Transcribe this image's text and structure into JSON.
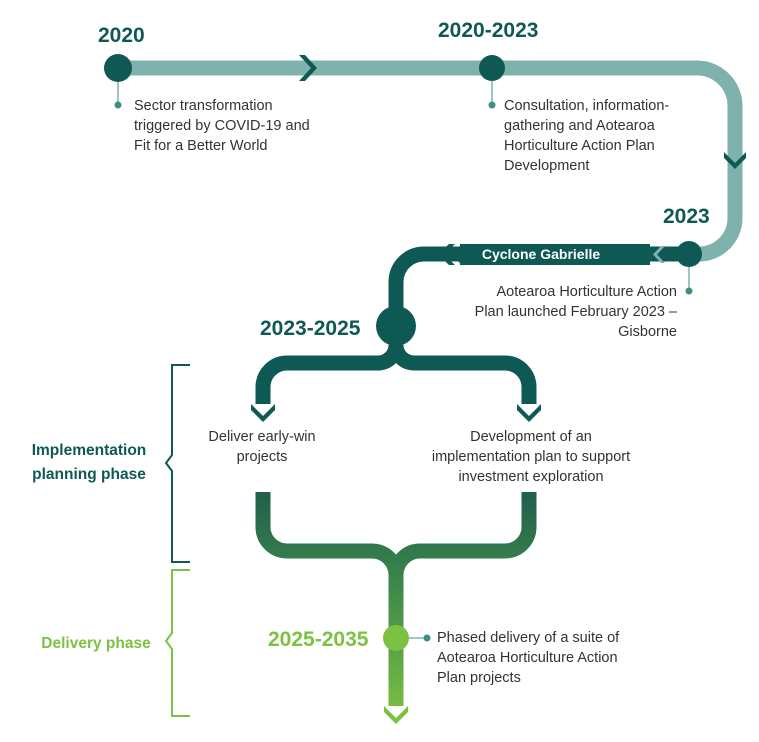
{
  "colors": {
    "teal_light": "#7fb2ad",
    "teal_dark": "#0f5954",
    "green_mid": "#3e8a4b",
    "green_light": "#7cc242",
    "text": "#333333",
    "connector_dot": "#3e8f86"
  },
  "milestones": {
    "m2020": {
      "year": "2020",
      "desc": [
        "Sector transformation",
        "triggered by COVID-19 and",
        "Fit for a Better World"
      ]
    },
    "m2020_2023": {
      "year": "2020-2023",
      "desc": [
        "Consultation, information-",
        "gathering and Aotearoa",
        "Horticulture Action Plan",
        "Development"
      ]
    },
    "m2023": {
      "year": "2023",
      "desc": [
        "Aotearoa Horticulture Action",
        "Plan launched February 2023 –",
        "Gisborne"
      ]
    },
    "m2023_2025": {
      "year": "2023-2025"
    },
    "m2025_2035": {
      "year": "2025-2035",
      "desc": [
        "Phased delivery of a suite of",
        "Aotearoa Horticulture Action",
        "Plan projects"
      ]
    }
  },
  "banner": {
    "label": "Cyclone Gabrielle"
  },
  "branches": {
    "left": [
      "Deliver early-win",
      "projects"
    ],
    "right": [
      "Development of an",
      "implementation plan to support",
      "investment exploration"
    ]
  },
  "phases": {
    "implementation": [
      "Implementation",
      "planning phase"
    ],
    "delivery": [
      "Delivery phase"
    ]
  }
}
